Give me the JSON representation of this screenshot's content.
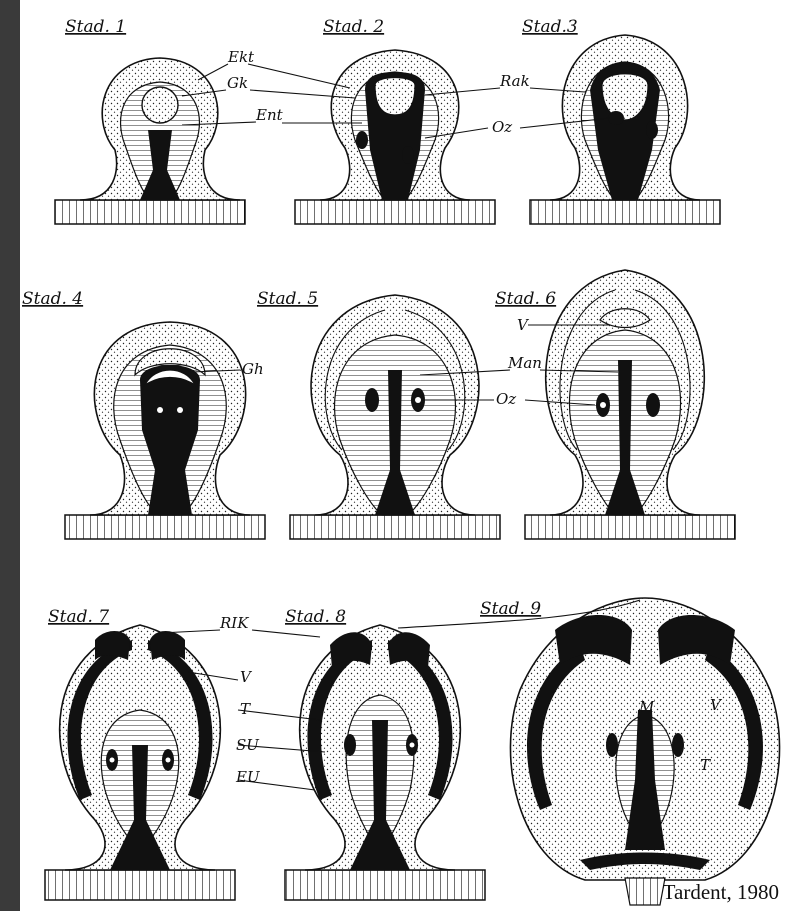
{
  "stages": [
    {
      "label": "Stad. 1"
    },
    {
      "label": "Stad. 2"
    },
    {
      "label": "Stad.3"
    },
    {
      "label": "Stad. 4"
    },
    {
      "label": "Stad. 5"
    },
    {
      "label": "Stad. 6"
    },
    {
      "label": "Stad. 7"
    },
    {
      "label": "Stad. 8"
    },
    {
      "label": "Stad. 9"
    }
  ],
  "labels": {
    "ekt": "Ekt",
    "gk": "Gk",
    "ent": "Ent",
    "rak": "Rak",
    "oz_top": "Oz",
    "gh": "Gh",
    "v_mid": "V",
    "man": "Man",
    "oz_mid": "Oz",
    "rik": "RIK",
    "v_bot": "V",
    "t_bot": "T",
    "su": "SU",
    "eu": "EU",
    "m": "M",
    "v_s9": "V",
    "t_s9": "T"
  },
  "credit": "Tardent, 1980",
  "colors": {
    "ink": "#111111",
    "paper": "#ffffff",
    "frame": "#3a3a3a"
  }
}
